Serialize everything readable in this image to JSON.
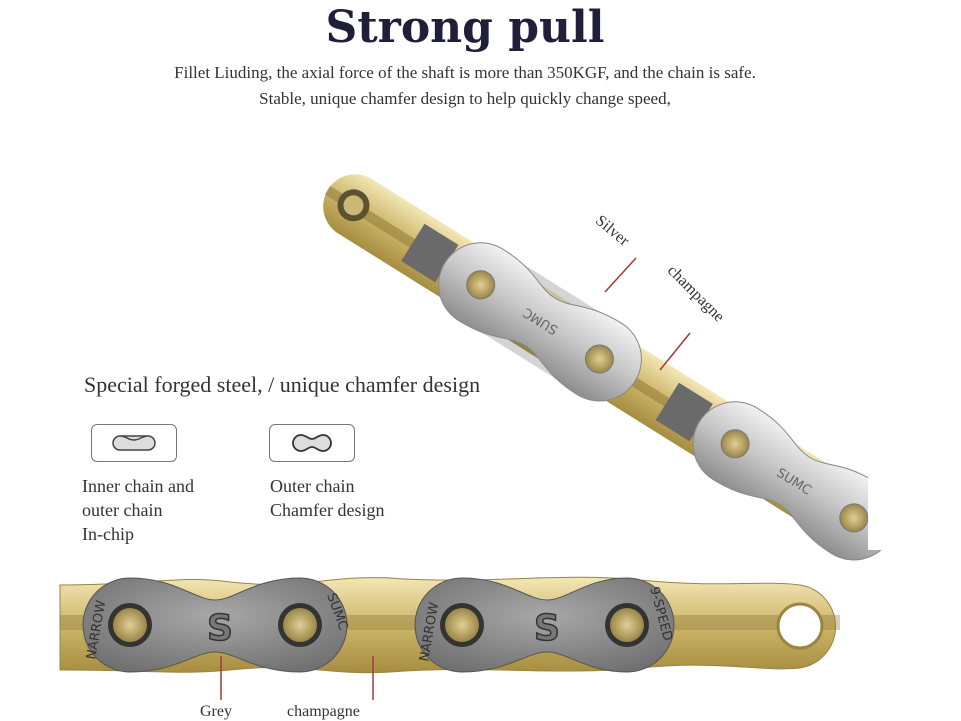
{
  "header": {
    "title": "Strong pull",
    "subtitle_line1": "Fillet Liuding, the axial force of the shaft is more than 350KGF, and the chain is safe.",
    "subtitle_line2": "Stable, unique chamfer design to help quickly change speed,"
  },
  "features": {
    "heading": "Special forged steel, / unique chamfer design",
    "items": [
      {
        "icon": "inner-chain-plate-icon",
        "lines": [
          "Inner chain and",
          "outer chain",
          "In-chip"
        ]
      },
      {
        "icon": "outer-chain-plate-icon",
        "lines": [
          "Outer chain",
          "Chamfer design"
        ]
      }
    ]
  },
  "top_chain": {
    "labels": {
      "silver": "Silver",
      "champagne": "champagne"
    },
    "plate_text": "SUMC"
  },
  "bottom_chain": {
    "labels": {
      "grey": "Grey",
      "champagne": "champagne"
    },
    "plate_text": [
      "NARROW",
      "SUMC",
      "NARROW",
      "9-SPEED"
    ],
    "logo": "S"
  },
  "colors": {
    "gold": "#d9c684",
    "silver": "#c8c8c8",
    "grey": "#8a8a8a",
    "leader_line": "#a23a3a",
    "title": "#1f1f3a"
  }
}
